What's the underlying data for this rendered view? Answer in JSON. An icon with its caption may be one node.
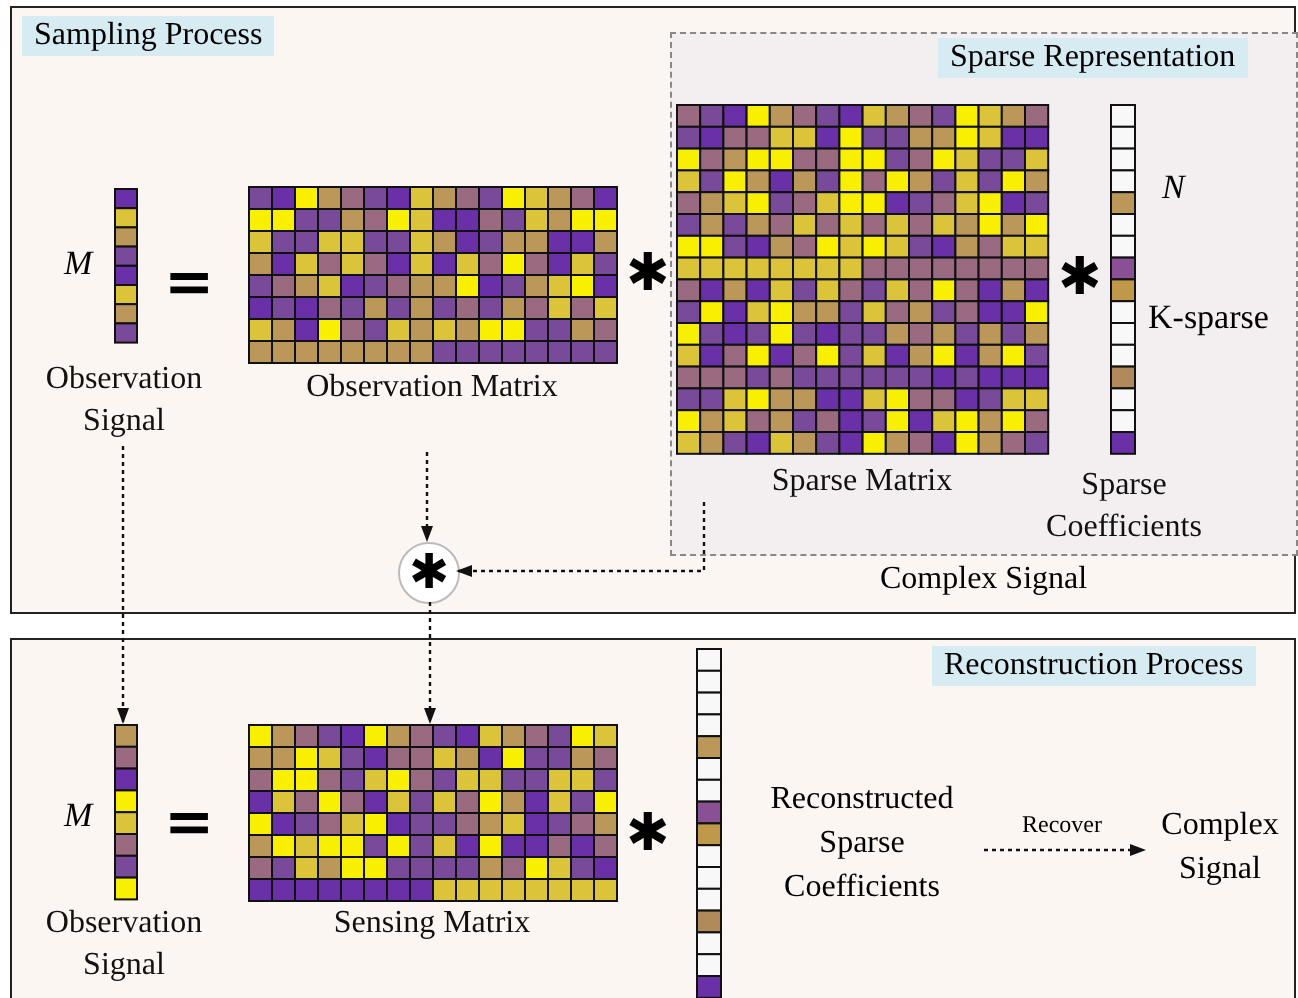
{
  "diagram": {
    "nodes": [
      {
        "text": [
          "Sampling Process"
        ]
      },
      {
        "text": [
          "M",
          "Observation Signal"
        ],
        "in": 0
      },
      {
        "text": [
          "Observation Matrix"
        ],
        "in": 0
      },
      {
        "text": [
          "Sparse Representation"
        ],
        "in": 0
      },
      {
        "text": [
          "Sparse Matrix"
        ],
        "in": 3
      },
      {
        "text": [
          "N",
          "K-sparse",
          "Sparse Coefficients"
        ],
        "in": 3
      },
      {
        "text": [
          "✱"
        ],
        "in": 0
      },
      {
        "text": [
          "Reconstruction Process"
        ]
      },
      {
        "text": [
          "M",
          "Observation Signal"
        ],
        "in": 7
      },
      {
        "text": [
          "Sensing Matrix"
        ],
        "in": 7
      },
      {
        "text": [],
        "shape": "bar",
        "in": 7
      },
      {
        "text": [
          "Reconstructed Sparse Coefficients"
        ],
        "in": 7
      },
      {
        "text": [
          "Complex Signal"
        ],
        "in": 7
      }
    ],
    "edges": [
      {
        "from": 1,
        "to": 8,
        "arrow": "to"
      },
      {
        "from": 2,
        "to": 6,
        "arrow": "to"
      },
      {
        "from": 4,
        "to": 6,
        "arrow": "to"
      },
      {
        "from": 6,
        "to": 9,
        "arrow": "to"
      },
      {
        "from": 11,
        "to": 12,
        "arrow": "to",
        "label": "Recover"
      }
    ],
    "labels": [
      "=",
      "✱",
      "✱",
      "Complex Signal",
      "=",
      "✱"
    ]
  }
}
